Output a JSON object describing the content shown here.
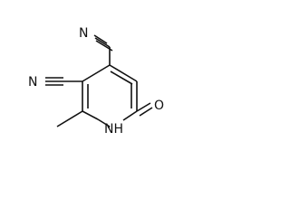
{
  "molecule": {
    "atoms": {
      "n_top": "N",
      "n_left": "N",
      "o": "O",
      "nh": "NH"
    }
  }
}
